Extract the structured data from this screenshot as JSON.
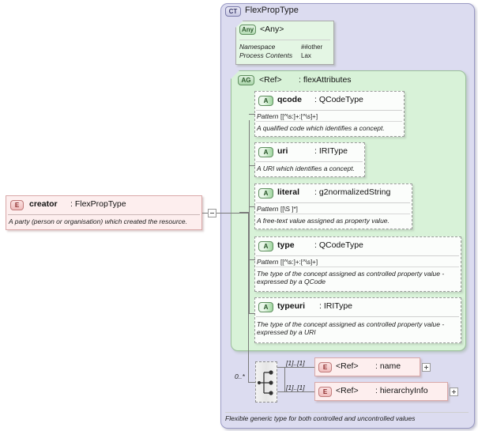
{
  "diagram": {
    "kind": "xsd-diagram",
    "colors": {
      "complex_type_fill": "#dcdcf0",
      "complex_type_border": "#9a9ac4",
      "attribute_group_fill": "#d8f2d8",
      "attribute_group_border": "#9bbf9b",
      "element_fill": "#fdeeee",
      "element_border": "#d9a8a8",
      "card_fill": "#fbfdfb",
      "connector": "#7a7a7a"
    }
  },
  "complex_type": {
    "badge": "CT",
    "badge_name": "complex-type-badge",
    "title": "FlexPropType",
    "footer_annotation": "Flexible generic type for both controlled and uncontrolled values"
  },
  "any_wildcard": {
    "badge": "Any",
    "title": "<Any>",
    "facets": [
      {
        "label": "Namespace",
        "value": "##other"
      },
      {
        "label": "Process Contents",
        "value": "Lax"
      }
    ]
  },
  "attribute_group": {
    "badge": "AG",
    "ref_label": "<Ref>",
    "type_label": ": flexAttributes",
    "attributes": [
      {
        "badge": "A",
        "name": "qcode",
        "type": ": QCodeType",
        "facet_label": "Pattern",
        "facet_value": "[[^\\s:]+:[^\\s]+]",
        "annotation": "A qualified code which identifies a concept."
      },
      {
        "badge": "A",
        "name": "uri",
        "type": ": IRIType",
        "facet_label": "",
        "facet_value": "",
        "annotation": "A URI which identifies a concept."
      },
      {
        "badge": "A",
        "name": "literal",
        "type": ": g2normalizedString",
        "facet_label": "Pattern",
        "facet_value": "[[\\S ]*]",
        "annotation": "A free-text value assigned as property value."
      },
      {
        "badge": "A",
        "name": "type",
        "type": ": QCodeType",
        "facet_label": "Pattern",
        "facet_value": "[[^\\s:]+:[^\\s]+]",
        "annotation": "The type of the concept assigned as controlled property value - expressed by a QCode"
      },
      {
        "badge": "A",
        "name": "typeuri",
        "type": ": IRIType",
        "facet_label": "",
        "facet_value": "",
        "annotation": "The type of the concept assigned as controlled property value - expressed by a URI"
      }
    ]
  },
  "source_element": {
    "badge": "E",
    "name": "creator",
    "type": ": FlexPropType",
    "annotation": "A party (person or organisation) which created the resource."
  },
  "compositor": {
    "kind": "choice",
    "occurs": "0..*"
  },
  "child_elements": [
    {
      "badge": "E",
      "ref_label": "<Ref>",
      "type": ": name",
      "occurs": "[1]..[1]",
      "expand": "+"
    },
    {
      "badge": "E",
      "ref_label": "<Ref>",
      "type": ": hierarchyInfo",
      "occurs": "[1]..[1]",
      "expand": "+"
    }
  ]
}
